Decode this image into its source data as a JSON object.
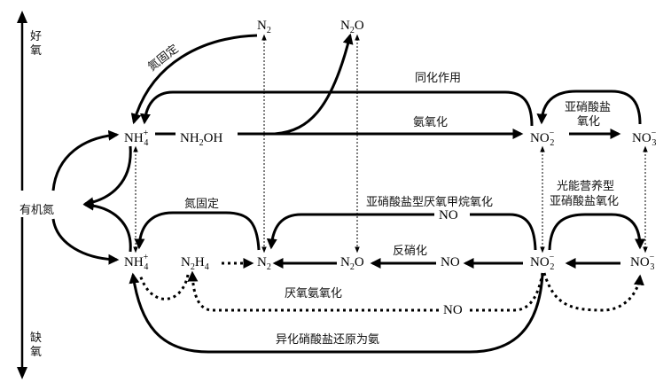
{
  "axis": {
    "top_label": [
      "好",
      "氧"
    ],
    "bottom_label": [
      "缺",
      "氧"
    ]
  },
  "species": {
    "organic_n": "有机氮",
    "nh4_top": {
      "base": "NH",
      "sub": "4",
      "sup": "+"
    },
    "nh2oh": {
      "base": "NH",
      "sub": "2",
      "tail": "OH"
    },
    "n2_top": {
      "base": "N",
      "sub": "2"
    },
    "n2o_top": {
      "base": "N",
      "sub": "2",
      "tail": "O"
    },
    "no2_top": {
      "base": "NO",
      "sub": "2",
      "sup": "−"
    },
    "no3_top": {
      "base": "NO",
      "sub": "3",
      "sup": "−"
    },
    "nh4_bottom": {
      "base": "NH",
      "sub": "4",
      "sup": "+"
    },
    "n2h4": {
      "base": "N",
      "sub": "2",
      "tail": "H",
      "sub2": "4"
    },
    "n2_bottom": {
      "base": "N",
      "sub": "2"
    },
    "n2o_bottom": {
      "base": "N",
      "sub": "2",
      "tail": "O"
    },
    "no_denit": "NO",
    "no_damo": "NO",
    "no_anammox": "NO",
    "no2_bottom": {
      "base": "NO",
      "sub": "2",
      "sup": "−"
    },
    "no3_bottom": {
      "base": "NO",
      "sub": "3",
      "sup": "−"
    }
  },
  "processes": {
    "n_fixation_top": "氮固定",
    "assimilation": "同化作用",
    "ammonia_oxidation": "氨氧化",
    "nitrite_oxidation": [
      "亚硝酸盐",
      "氧化"
    ],
    "n_fixation_bottom": "氮固定",
    "damo": "亚硝酸盐型厌氧甲烷氧化",
    "phototrophic_nitrite_oxidation": [
      "光能营养型",
      "亚硝酸盐氧化"
    ],
    "denitrification": "反硝化",
    "anammox": "厌氧氨氧化",
    "dnra": "异化硝酸盐还原为氨"
  }
}
